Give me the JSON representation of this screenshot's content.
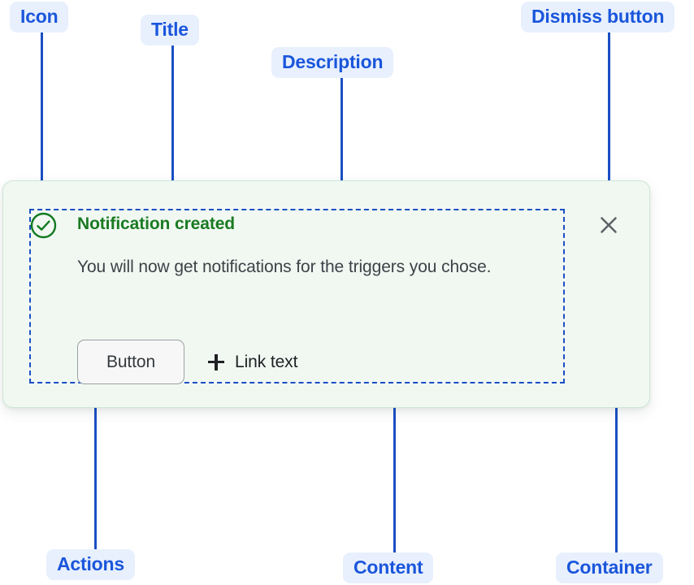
{
  "annotations": [
    {
      "id": "icon",
      "label": "Icon"
    },
    {
      "id": "title",
      "label": "Title"
    },
    {
      "id": "description",
      "label": "Description"
    },
    {
      "id": "dismiss_button",
      "label": "Dismiss button"
    },
    {
      "id": "actions",
      "label": "Actions"
    },
    {
      "id": "content",
      "label": "Content"
    },
    {
      "id": "container",
      "label": "Container"
    }
  ],
  "toast": {
    "status_icon": "check-circle-icon",
    "title": "Notification created",
    "description": "You will now get notifications for the triggers you chose.",
    "actions": {
      "button_label": "Button",
      "link_icon": "plus-icon",
      "link_label": "Link text"
    },
    "dismiss_icon": "close-icon"
  },
  "colors": {
    "annotation_badge_bg": "#e8f0fe",
    "annotation_text": "#1a56db",
    "leader_line": "#1a4fc4",
    "card_bg": "#f1f8f2",
    "card_border": "#cfe6d4",
    "success_green": "#1a7a22",
    "description_text": "#3d4247",
    "button_border": "#9aa0a6",
    "button_bg": "#f7f7f7",
    "dismiss_icon": "#5f6368"
  }
}
